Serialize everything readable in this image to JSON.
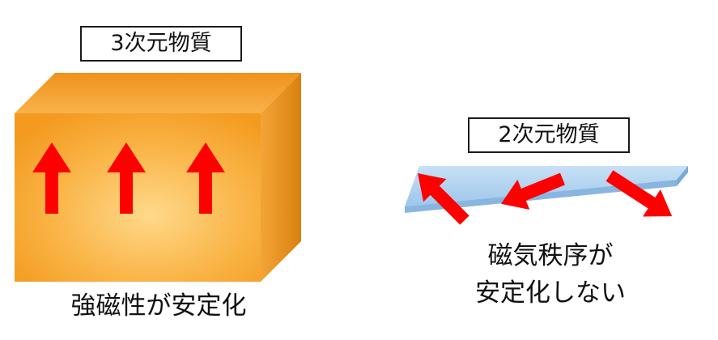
{
  "labels": {
    "three_d": "3次元物質",
    "two_d": "2次元物質"
  },
  "captions": {
    "three_d": "強磁性が安定化",
    "two_d_line1": "磁気秩序が",
    "two_d_line2": "安定化しない"
  },
  "colors": {
    "cube_front": "#f7a52c",
    "cube_top": "#f39a22",
    "cube_side": "#e08416",
    "arrow": "#ff0000",
    "sheet": "#b9d7f2"
  }
}
